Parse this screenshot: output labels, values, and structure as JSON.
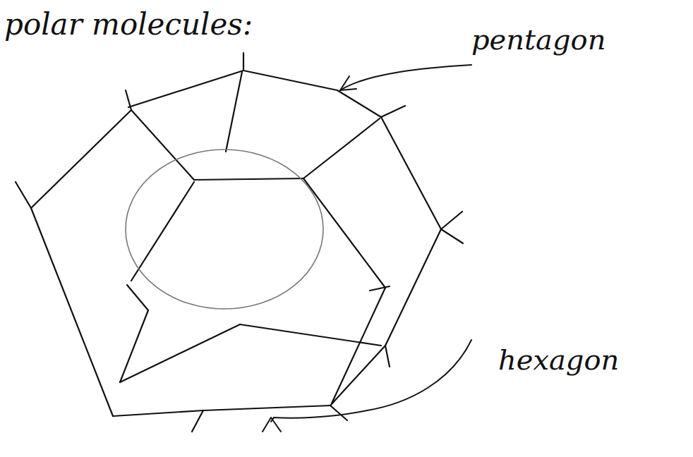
{
  "diagram": {
    "title": "polar molecules:",
    "labels": [
      "pentagon",
      "hexagon"
    ]
  }
}
